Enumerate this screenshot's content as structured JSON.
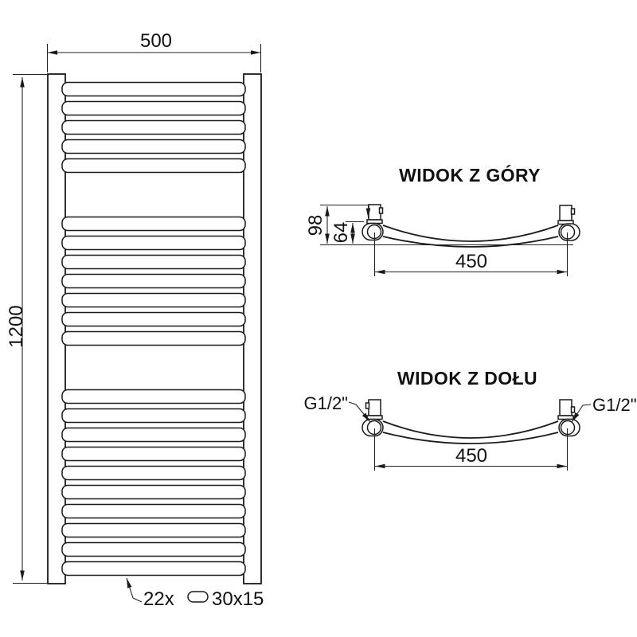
{
  "front_view": {
    "width_label": "500",
    "height_label": "1200",
    "rung_groups": [
      5,
      7,
      10
    ],
    "rung_total": 22,
    "bottom_note": {
      "count": "22x",
      "profile_symbol": "oval-profile-icon",
      "size": "30x15"
    }
  },
  "top_view": {
    "title": "WIDOK Z GÓRY",
    "dim_depth": "98",
    "dim_depth_inner": "64",
    "dim_spacing": "450"
  },
  "bottom_view": {
    "title": "WIDOK Z DOŁU",
    "left_connection": "G1/2\"",
    "right_connection": "G1/2\"",
    "dim_spacing": "450"
  },
  "colors": {
    "line": "#1a1a1a",
    "background": "#ffffff"
  }
}
